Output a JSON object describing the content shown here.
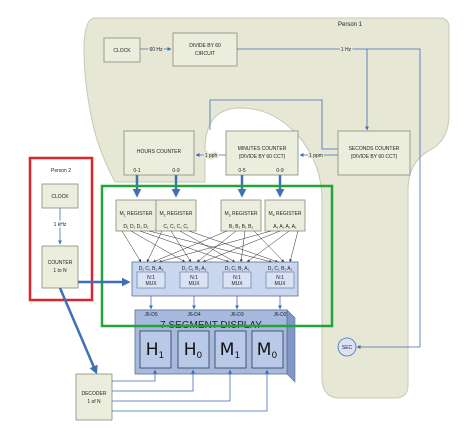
{
  "person1": {
    "label": "Person 1"
  },
  "person2": {
    "label": "Person 2"
  },
  "clock1": {
    "label": "CLOCK"
  },
  "divider": {
    "line1": "DIVIDE BY 60",
    "line2": "CIRCUIT"
  },
  "wire_labels": {
    "hz60": "60 Hz",
    "hz1": "1 Hz",
    "pph": "1 pph",
    "ppm": "1 ppm",
    "khz": "1 kHz"
  },
  "hours_counter": {
    "label": "HOURS COUNTER",
    "out_a": "0-1",
    "out_b": "0-9"
  },
  "minutes_counter": {
    "line1": "MINUTES COUNTER",
    "line2": "(DIVIDE BY 60 CCT)",
    "out_a": "0-5",
    "out_b": "0-9"
  },
  "seconds_counter": {
    "line1": "SECONDS COUNTER",
    "line2": "(DIVIDE BY 60 CCT)"
  },
  "registers": [
    {
      "main": "M",
      "sub": "1",
      "tail": " REGISTER",
      "bits": "D₁ D₁ D₁ D₁"
    },
    {
      "main": "M",
      "sub": "2",
      "tail": " REGISTER",
      "bits": "C₁ C₁ C₁ C₁"
    },
    {
      "main": "M",
      "sub": "3",
      "tail": " REGISTER",
      "bits": "B₁ B₁ B₁ B₁"
    },
    {
      "main": "M",
      "sub": "4",
      "tail": " REGISTER",
      "bits": "A₁ A₁ A₁ A₁"
    }
  ],
  "mux_inputs": "D₁ C₁ B₁ A₁",
  "mux": {
    "line1": "N:1",
    "line2": "MUX"
  },
  "clock2": {
    "label": "CLOCK"
  },
  "counter_n": {
    "line1": "COUNTER",
    "line2": "1 to N"
  },
  "display": {
    "title": "7 SEGMENT DISPLAY",
    "pins": [
      "J6-D5",
      "J6-D4",
      "J6-D3",
      "J6-D2"
    ],
    "digits": [
      {
        "main": "H",
        "sub": "1"
      },
      {
        "main": "H",
        "sub": "0"
      },
      {
        "main": "M",
        "sub": "1"
      },
      {
        "main": "M",
        "sub": "0"
      }
    ]
  },
  "decoder": {
    "line1": "DECODER",
    "line2": "1 of N"
  },
  "sec": {
    "label": "SEC"
  },
  "colors": {
    "person1_region": "#e6e7d5",
    "box_fill": "#eceedd",
    "mux_fill": "#c9d7ee",
    "display_fill": "#a7b9dd",
    "arrow_blue": "#3f6fb5",
    "red_frame": "#e0222a",
    "green_frame": "#23a43a"
  }
}
